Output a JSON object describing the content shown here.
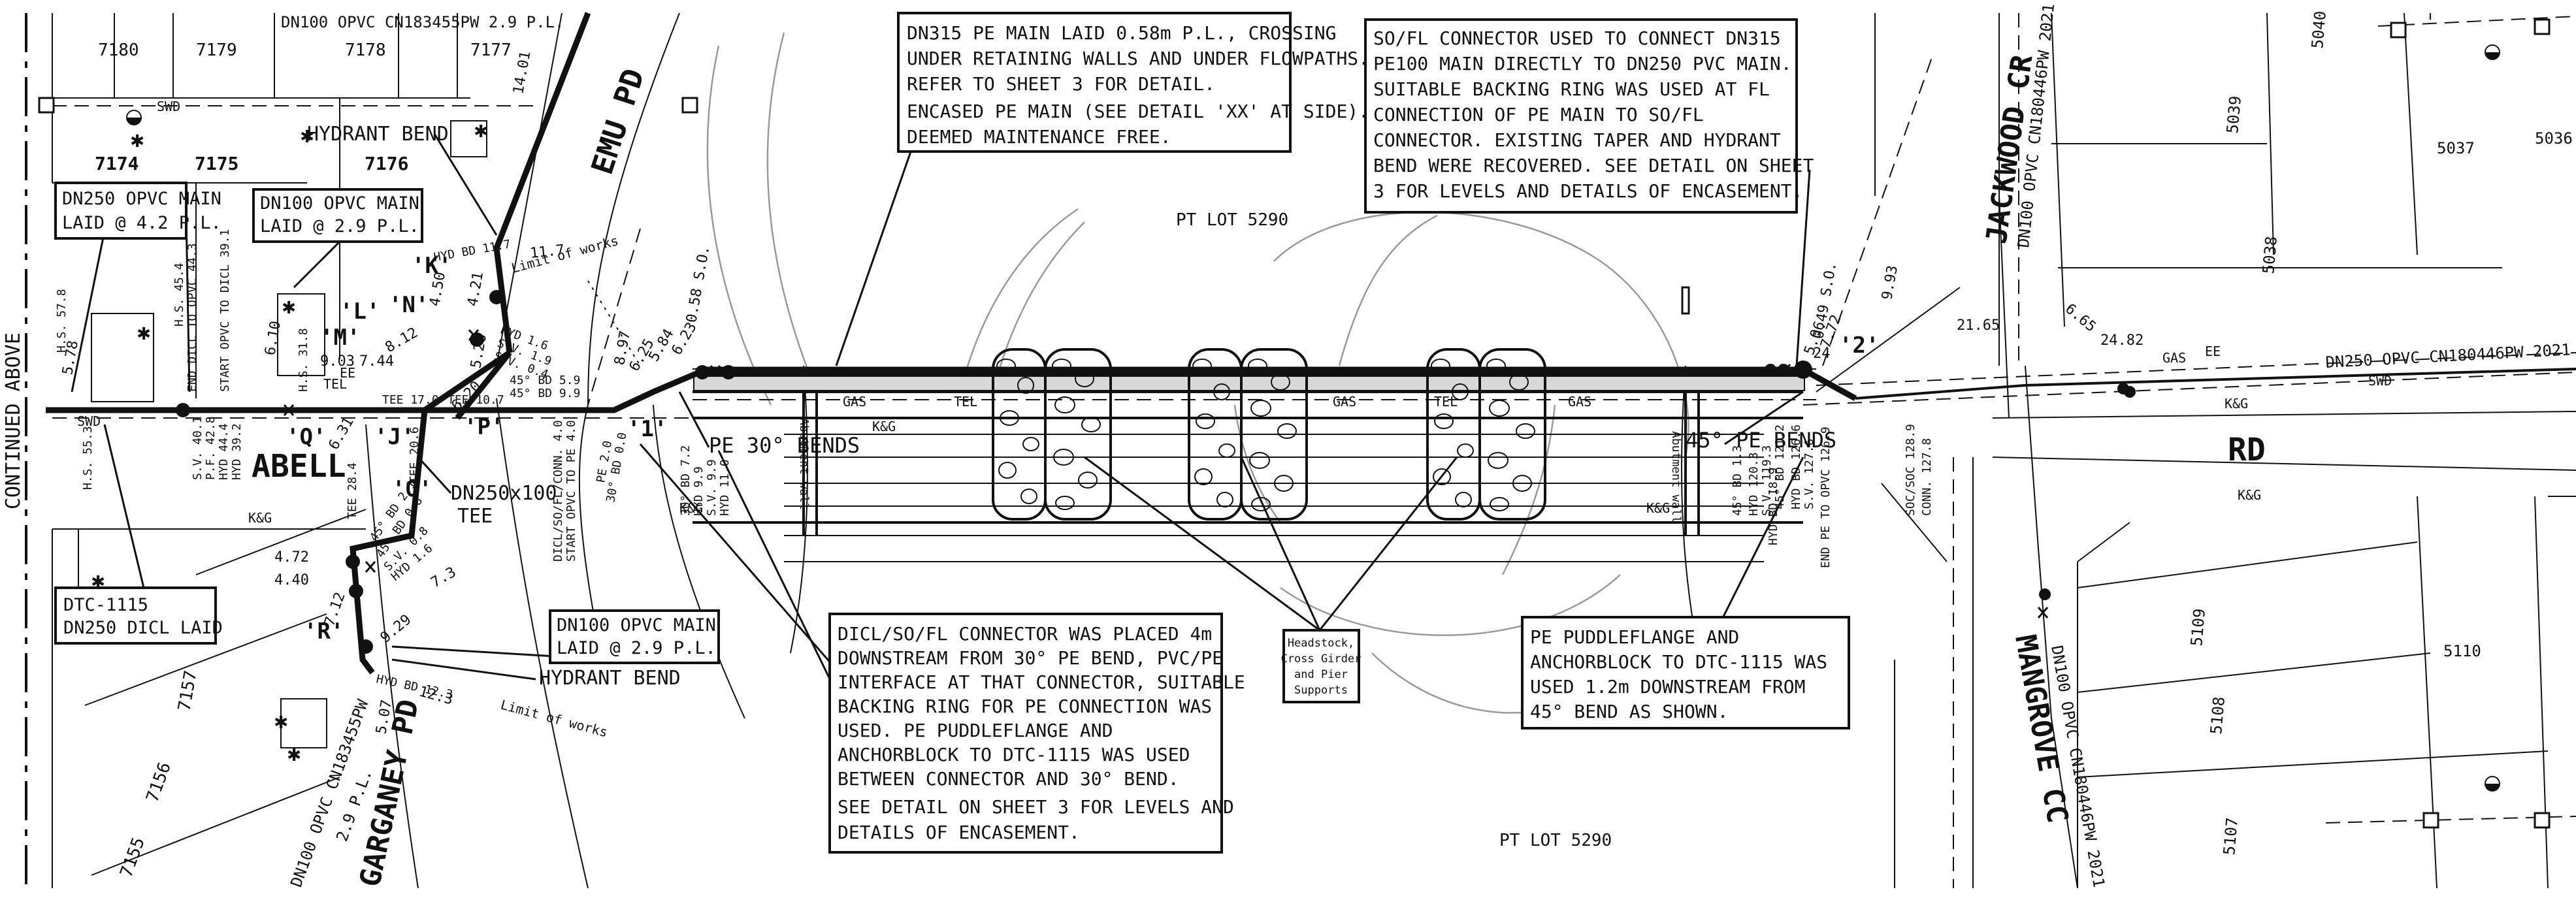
{
  "notes": {
    "pe_main_1": "DN315 PE MAIN LAID 0.58m P.L., CROSSING",
    "pe_main_2": "UNDER RETAINING WALLS AND UNDER FLOWPATHS.",
    "pe_main_3": "REFER TO SHEET 3 FOR DETAIL.",
    "pe_main_4": "ENCASED PE MAIN (SEE DETAIL 'XX' AT SIDE).",
    "pe_main_5": "DEEMED MAINTENANCE FREE.",
    "sofl_1": "SO/FL CONNECTOR USED TO CONNECT DN315",
    "sofl_2": "PE100 MAIN DIRECTLY TO DN250 PVC MAIN.",
    "sofl_3": "SUITABLE BACKING RING WAS USED AT FL",
    "sofl_4": "CONNECTION OF PE MAIN TO SO/FL",
    "sofl_5": "CONNECTOR. EXISTING TAPER AND HYDRANT",
    "sofl_6": "BEND WERE RECOVERED. SEE DETAIL ON SHEET",
    "sofl_7": "3 FOR LEVELS AND DETAILS OF ENCASEMENT.",
    "dicl_1": "DICL/SO/FL CONNECTOR WAS PLACED 4m",
    "dicl_2": "DOWNSTREAM FROM 30° PE BEND, PVC/PE",
    "dicl_3": "INTERFACE AT THAT CONNECTOR, SUITABLE",
    "dicl_4": "BACKING RING FOR PE CONNECTION WAS",
    "dicl_5": "USED. PE PUDDLEFLANGE AND",
    "dicl_6": "ANCHORBLOCK TO DTC-1115 WAS USED",
    "dicl_7": "BETWEEN CONNECTOR AND 30° BEND.",
    "dicl_8": "SEE DETAIL ON SHEET 3 FOR LEVELS AND",
    "dicl_9": "DETAILS OF ENCASEMENT.",
    "puddle_1": "PE PUDDLEFLANGE AND",
    "puddle_2": "ANCHORBLOCK TO DTC-1115 WAS",
    "puddle_3": "USED 1.2m DOWNSTREAM FROM",
    "puddle_4": "45° BEND AS SHOWN.",
    "headstock_1": "Headstock,",
    "headstock_2": "Cross Girder",
    "headstock_3": "and Pier",
    "headstock_4": "Supports",
    "dn250_opvc_1": "DN250 OPVC MAIN",
    "dn250_opvc_2": "LAID @ 4.2 P.L.",
    "dn100_top_1": "DN100 OPVC MAIN",
    "dn100_top_2": "LAID @ 2.9 P.L.",
    "dn100_bot_1": "DN100 OPVC MAIN",
    "dn100_bot_2": "LAID @ 2.9 P.L.",
    "dtc_1": "DTC-1115",
    "dtc_2": "DN250 DICL LAID"
  },
  "labels": {
    "continued_above": "CONTINUED ABOVE",
    "emu_pd": "EMU PD",
    "abell": "ABELL",
    "garganey_pd": "GARGANEY PD",
    "jackwood_cr": "JACKWOOD CR",
    "rd": "RD",
    "mangrove_cc": "MANGROVE CC",
    "pt_lot_top": "PT LOT 5290",
    "pt_lot_bottom": "PT LOT 5290",
    "hydrant_bend_top": "HYDRANT BEND",
    "hydrant_bend_bottom": "HYDRANT BEND",
    "pe_30_bends": "PE 30° BENDS",
    "pe_45_bends": "45° PE BENDS",
    "dn250x100_tee": "DN250x100",
    "tee_word": "TEE",
    "top_main": "DN100 OPVC CN183455PW 2.9 P.L.",
    "right_main": "DN250 OPVC CN180446PW 2021",
    "jackwood_main": "DN100 OPVC CN180446PW 2021",
    "mangrove_main": "DN100 OPVC CN180446PW 2021",
    "garganey_main": "DN100 OPVC CN183455PW",
    "garganey_pl": "2.9 P.L.",
    "limit_works_top": "Limit of works",
    "limit_works_bottom": "Limit of works",
    "kg": "K&G",
    "swd": "SWD",
    "gas": "GAS",
    "tel": "TEL",
    "ee": "EE",
    "abutment_wall": "Abutment wall",
    "marker_K": "'K'",
    "marker_L": "'L'",
    "marker_M": "'M'",
    "marker_N": "'N'",
    "marker_P": "'P'",
    "marker_Q": "'Q'",
    "marker_J": "'J'",
    "marker_O": "'O'",
    "marker_R": "'R'",
    "marker_1": "'1'",
    "marker_2": "'2'",
    "lots": [
      "7180",
      "7179",
      "7178",
      "7177",
      "7174",
      "7175",
      "7176",
      "7157",
      "7156",
      "7155",
      "5040",
      "5039",
      "5037",
      "5036",
      "5038",
      "5109",
      "5110",
      "5108",
      "5107"
    ],
    "dims": [
      "14.01",
      "11.7",
      "4.50",
      "4.21",
      "5.26",
      "6.10",
      "9.03",
      "7.44",
      "8.12",
      "6.20",
      "6.25",
      "5.84",
      "6.23",
      "8.97",
      "4.72",
      "4.40",
      "7.12",
      "9.29",
      "5.07",
      "7.3",
      "12.3",
      "5.78",
      "6.31",
      "5.06",
      "7.72",
      "24",
      "9.93",
      "21.65",
      "6.65",
      "24.82",
      "0.58 S.O.",
      "0.49 S.O."
    ],
    "left_chainage": [
      "H.S. 57.8",
      "H.S. 55.3",
      "H.S. 45.4",
      "H.S. 31.8",
      "END DICL TO OPVC 44.3",
      "START OPVC TO DICL 39.1",
      "S.V. 40.1",
      "P.F. 42.8",
      "HYD 44.4",
      "HYD 39.2",
      "HYD BD 11.7",
      "HYD 1.6",
      "S.V. 1.9",
      "S.V. 0.4",
      "TEE 17.0",
      "TEE 10.7",
      "45° BD 5.9",
      "45° BD 9.9",
      "TEE 20.6",
      "TEE 28.4",
      "45° BD 2.1",
      "45° BD 0.8",
      "S.V. 0.8",
      "HYD 1.6",
      "HYD BD 12.3"
    ],
    "mid_chainage": [
      "DICL/SO/FL/CONN. 4.0",
      "START OPVC TO PE 4.0",
      "30° BD 0.0",
      "PE 2.0",
      "30° BD 7.2",
      "HYD 9.9",
      "S.V. 9.9",
      "HYD 11.0"
    ],
    "right_chainage": [
      "45° BD 1.3",
      "HYD 120.3",
      "S.V. 119.3",
      "45° BD 121.2",
      "HYD BD 126.6",
      "S.V. 127.6",
      "END PE TO OPVC 126.9",
      "SOC/SOC 128.9",
      "CONN. 127.8",
      "HYD BD 18.9"
    ]
  },
  "icons": [
    "fire-hydrant-icon",
    "sluice-valve-icon",
    "tree-symbol-icon",
    "pipe-cap-icon"
  ]
}
